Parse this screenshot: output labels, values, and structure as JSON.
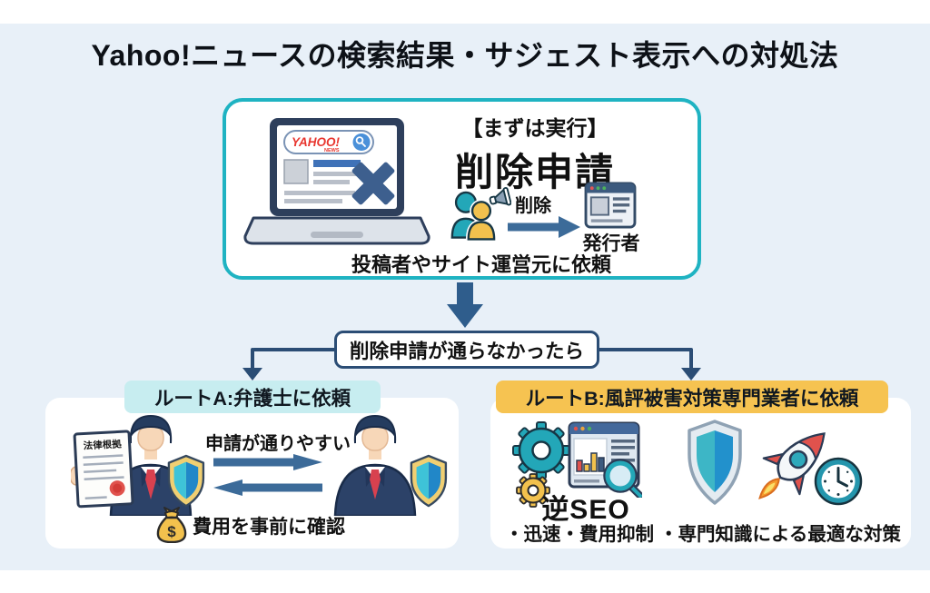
{
  "page": {
    "title": "Yahoo!ニュースの検索結果・サジェスト表示への対処法"
  },
  "top_box": {
    "step_label": "【まずは実行】",
    "heading": "削除申請",
    "action_label": "削除",
    "target_label": "発行者",
    "caption": "投稿者やサイト運営元に依頼",
    "laptop": {
      "logo": "YAHOO!",
      "logo_sub": "NEWS"
    }
  },
  "condition": {
    "label": "削除申請が通らなかったら"
  },
  "route_a": {
    "header": "ルートA:弁護士に依頼",
    "benefit": "申請が通りやすい",
    "document_label": "法律根拠",
    "money_symbol": "$",
    "note": "費用を事前に確認"
  },
  "route_b": {
    "header": "ルートB:風評被害対策専門業者に依頼",
    "method": "逆SEO",
    "points": [
      "・迅速・費用抑制",
      "・専門知識による最適な対策"
    ]
  },
  "icons": {
    "laptop": "laptop-yahoo-news-icon",
    "search": "search-icon",
    "removed": "x-mark-icon",
    "people": "requester-people-icon",
    "megaphone": "megaphone-icon",
    "arrow": "request-arrow-icon",
    "publisher": "publisher-window-icon",
    "down_arrow": "flow-down-arrow-icon",
    "lawyer": "lawyer-icon",
    "document": "legal-document-icon",
    "shield": "shield-icon",
    "exchange": "exchange-arrows-icon",
    "money": "money-bag-icon",
    "gears": "gears-icon",
    "seo": "seo-analysis-icon",
    "rocket": "rocket-icon",
    "clock": "clock-icon"
  },
  "colors": {
    "canvas": "#e8f0f8",
    "panel_border": "#1fb3c2",
    "flow": "#2b4d75",
    "arrow": "#3c6b99",
    "route_a_header_bg": "#c7edf0",
    "route_b_header_bg": "#f6c351",
    "yahoo_red": "#e8352e",
    "teal": "#23a7b8",
    "yellow": "#f2c14d"
  }
}
